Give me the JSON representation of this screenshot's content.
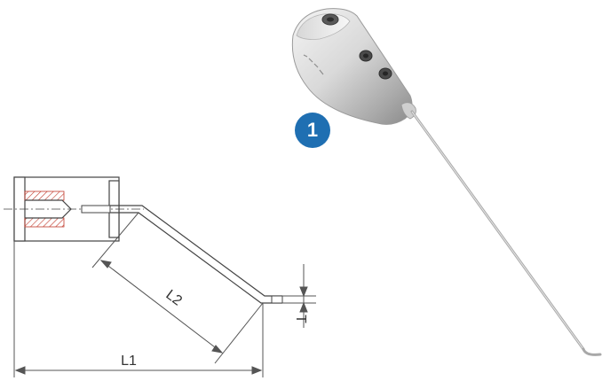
{
  "badge": {
    "number": "1",
    "color": "#1f6fb2"
  },
  "dimensions": {
    "l1": "L1",
    "l2": "L2",
    "t": "T"
  },
  "colors": {
    "line": "#444444",
    "hatch": "#c0392b",
    "metal_light": "#eeeeee",
    "metal_dark": "#9c9c9c"
  }
}
